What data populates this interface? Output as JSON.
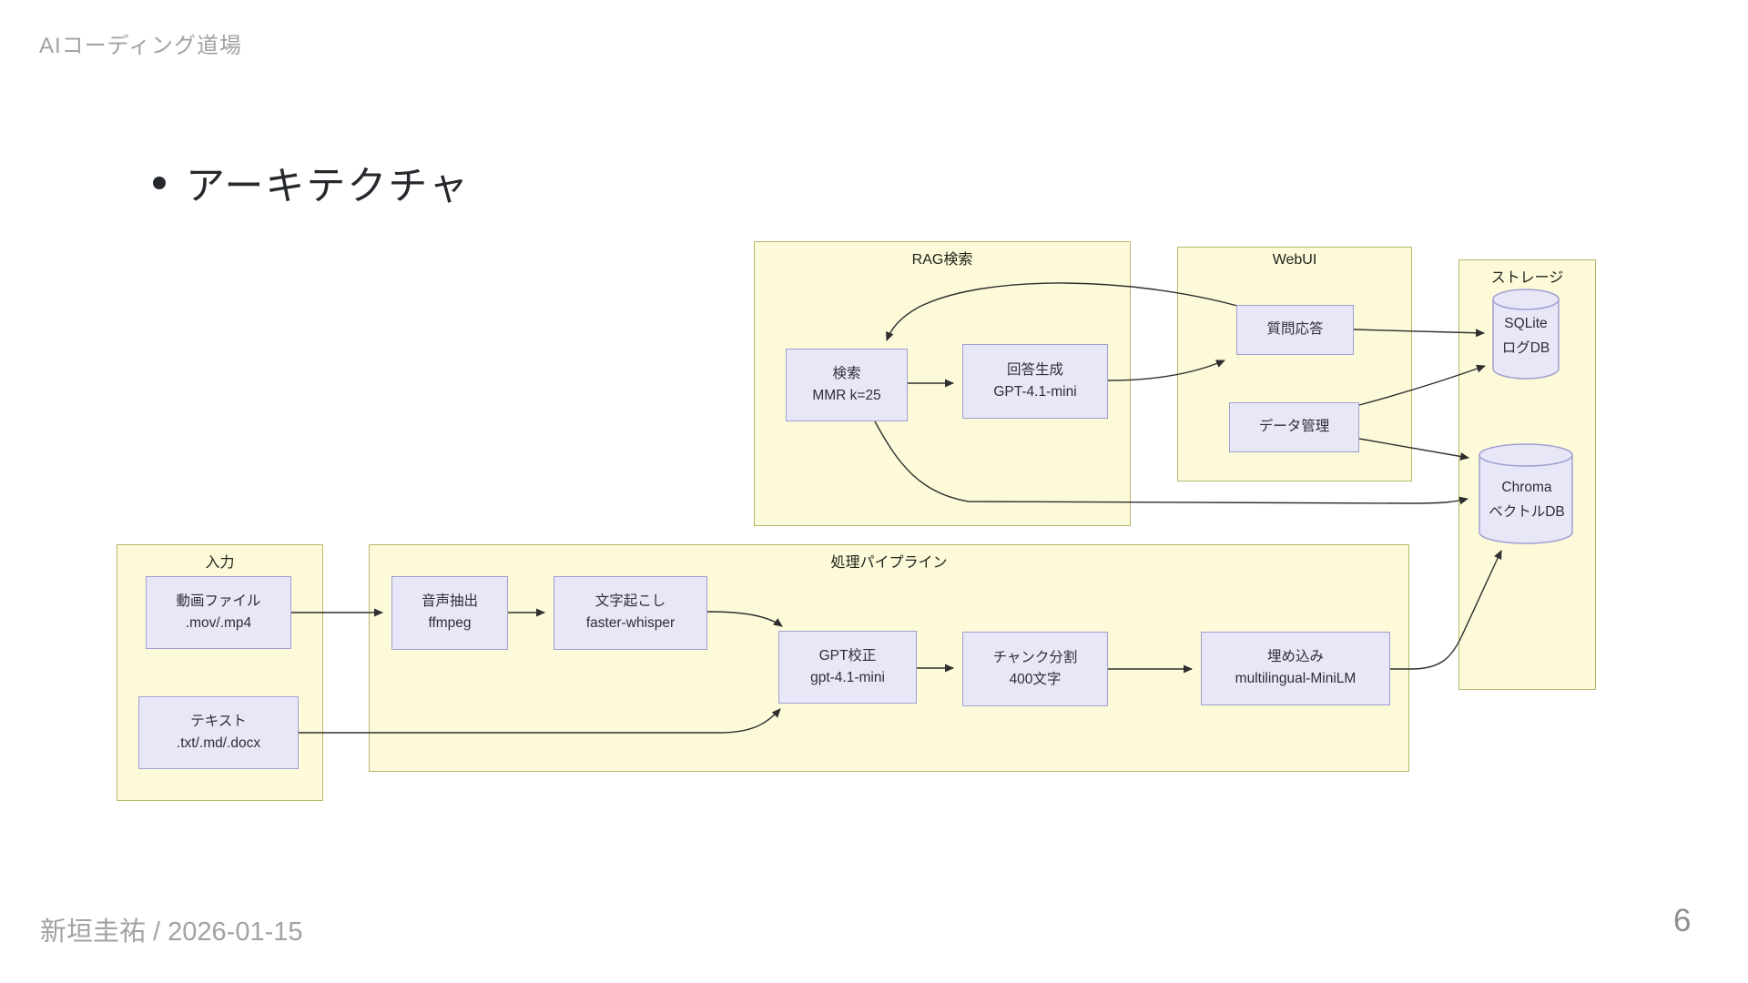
{
  "slide": {
    "header": "AIコーディング道場",
    "title": "アーキテクチャ",
    "footer": "新垣圭祐 / 2026-01-15",
    "page_number": "6"
  },
  "diagram": {
    "containers": [
      {
        "id": "input",
        "label": "入力"
      },
      {
        "id": "pipeline",
        "label": "処理パイプライン"
      },
      {
        "id": "rag",
        "label": "RAG検索"
      },
      {
        "id": "webui",
        "label": "WebUI"
      },
      {
        "id": "storage",
        "label": "ストレージ"
      }
    ],
    "nodes": [
      {
        "id": "video",
        "line1": "動画ファイル",
        "line2": ".mov/.mp4"
      },
      {
        "id": "textfile",
        "line1": "テキスト",
        "line2": ".txt/.md/.docx"
      },
      {
        "id": "audio",
        "line1": "音声抽出",
        "line2": "ffmpeg"
      },
      {
        "id": "transcribe",
        "line1": "文字起こし",
        "line2": "faster-whisper"
      },
      {
        "id": "gpt",
        "line1": "GPT校正",
        "line2": "gpt-4.1-mini"
      },
      {
        "id": "chunk",
        "line1": "チャンク分割",
        "line2": "400文字"
      },
      {
        "id": "embed",
        "line1": "埋め込み",
        "line2": "multilingual-MiniLM"
      },
      {
        "id": "search",
        "line1": "検索",
        "line2": "MMR k=25"
      },
      {
        "id": "answer",
        "line1": "回答生成",
        "line2": "GPT-4.1-mini"
      },
      {
        "id": "qa",
        "line1": "質問応答"
      },
      {
        "id": "datamgmt",
        "line1": "データ管理"
      }
    ],
    "databases": [
      {
        "id": "sqlite",
        "line1": "SQLite",
        "line2": "ログDB"
      },
      {
        "id": "chroma",
        "line1": "Chroma",
        "line2": "ベクトルDB"
      }
    ],
    "colors": {
      "container_fill": "#fcfad9",
      "container_border": "#b7b76e",
      "node_fill": "#e8e7f8",
      "node_border": "#a19fd1",
      "arrow": "#2f2f2f"
    }
  }
}
